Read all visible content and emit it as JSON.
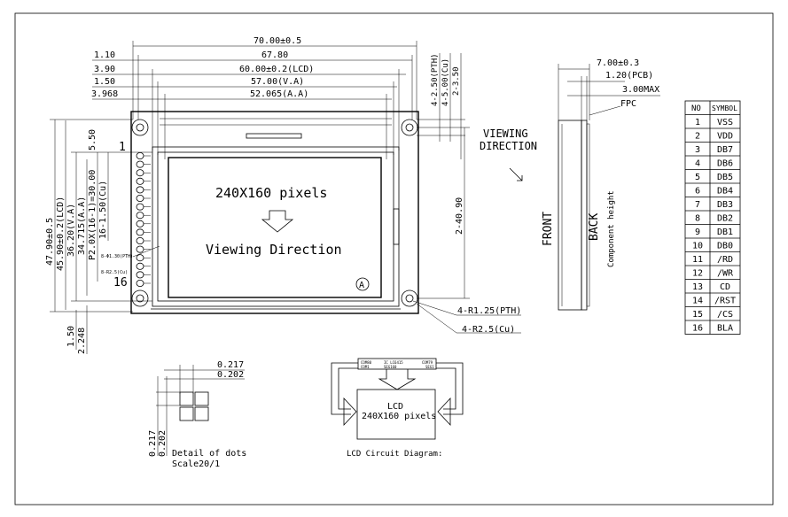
{
  "front_view": {
    "dim_top": [
      "70.00±0.5",
      "67.80",
      "60.00±0.2(LCD)",
      "57.00(V.A)",
      "52.065(A.A)"
    ],
    "dim_left_offsets": [
      "1.10",
      "3.90",
      "1.50",
      "3.968"
    ],
    "dim_right_small": [
      "4-2.50(PTH)",
      "4-5.00(Cu)",
      "2-3.50"
    ],
    "dim_vertical_left": [
      "47.90±0.5",
      "45.90±0.2(LCD)",
      "36.20(V.A)",
      "34.715(A.A)",
      "P2.0X(16-1)=30.00",
      "16-1.50(Cu)"
    ],
    "dim_top_offset": "5.50",
    "pin_first": "1",
    "pin_last": "16",
    "bottom_offsets": [
      "1.50",
      "2.248"
    ],
    "dim_right_vertical": "2-40.90",
    "hole_notes": [
      "4-R1.25(PTH)",
      "4-R2.5(Cu)"
    ],
    "pad_notes": [
      "8-Φ1.30(PTH)",
      "8-R2.5(Cu)"
    ],
    "screen_line1": "240X160 pixels",
    "screen_line2": "Viewing Direction",
    "marker": "A"
  },
  "viewing_direction": [
    "VIEWING",
    "DIRECTION"
  ],
  "side_view": {
    "dims": [
      "7.00±0.3",
      "1.20(PCB)",
      "3.00MAX"
    ],
    "fpc": "FPC",
    "front": "FRONT",
    "back": "BACK",
    "component_height": "Component height"
  },
  "pin_table": {
    "headers": [
      "NO",
      "SYMBOL"
    ],
    "rows": [
      [
        "1",
        "VSS"
      ],
      [
        "2",
        "VDD"
      ],
      [
        "3",
        "DB7"
      ],
      [
        "4",
        "DB6"
      ],
      [
        "5",
        "DB5"
      ],
      [
        "6",
        "DB4"
      ],
      [
        "7",
        "DB3"
      ],
      [
        "8",
        "DB2"
      ],
      [
        "9",
        "DB1"
      ],
      [
        "10",
        "DB0"
      ],
      [
        "11",
        "/RD"
      ],
      [
        "12",
        "/WR"
      ],
      [
        "13",
        "CD"
      ],
      [
        "14",
        "/RST"
      ],
      [
        "15",
        "/CS"
      ],
      [
        "16",
        "BLA"
      ]
    ]
  },
  "detail": {
    "dims": [
      "0.217",
      "0.202"
    ],
    "caption_line1": "Detail of dots",
    "caption_line2": "Scale20/1"
  },
  "circuit": {
    "lcd_line1": "LCD",
    "lcd_line2": "240X160 pixels",
    "caption": "LCD Circuit Diagram:",
    "chip_labels": [
      "COM80",
      "IC LC6415",
      "COM79",
      "COM1",
      "SEG160",
      "SEG1"
    ]
  }
}
